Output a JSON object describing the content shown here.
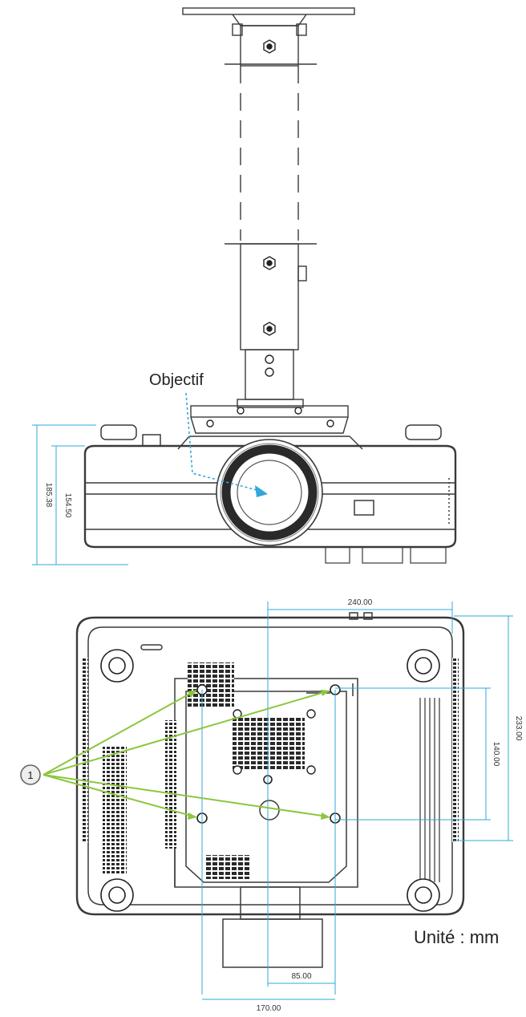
{
  "labels": {
    "lens": "Objectif",
    "unit": "Unité : mm",
    "callout": "1"
  },
  "dimensions": {
    "height_total": "185.38",
    "height_body": "154.50",
    "width_mount": "240.00",
    "depth_mount": "233.00",
    "hole_spacing_y": "140.00",
    "offset_x": "85.00",
    "hole_spacing_x": "170.00"
  },
  "colors": {
    "line": "#3a3a3a",
    "arrow_lens": "#2fa8d8",
    "arrow_callout": "#8cc63f"
  }
}
